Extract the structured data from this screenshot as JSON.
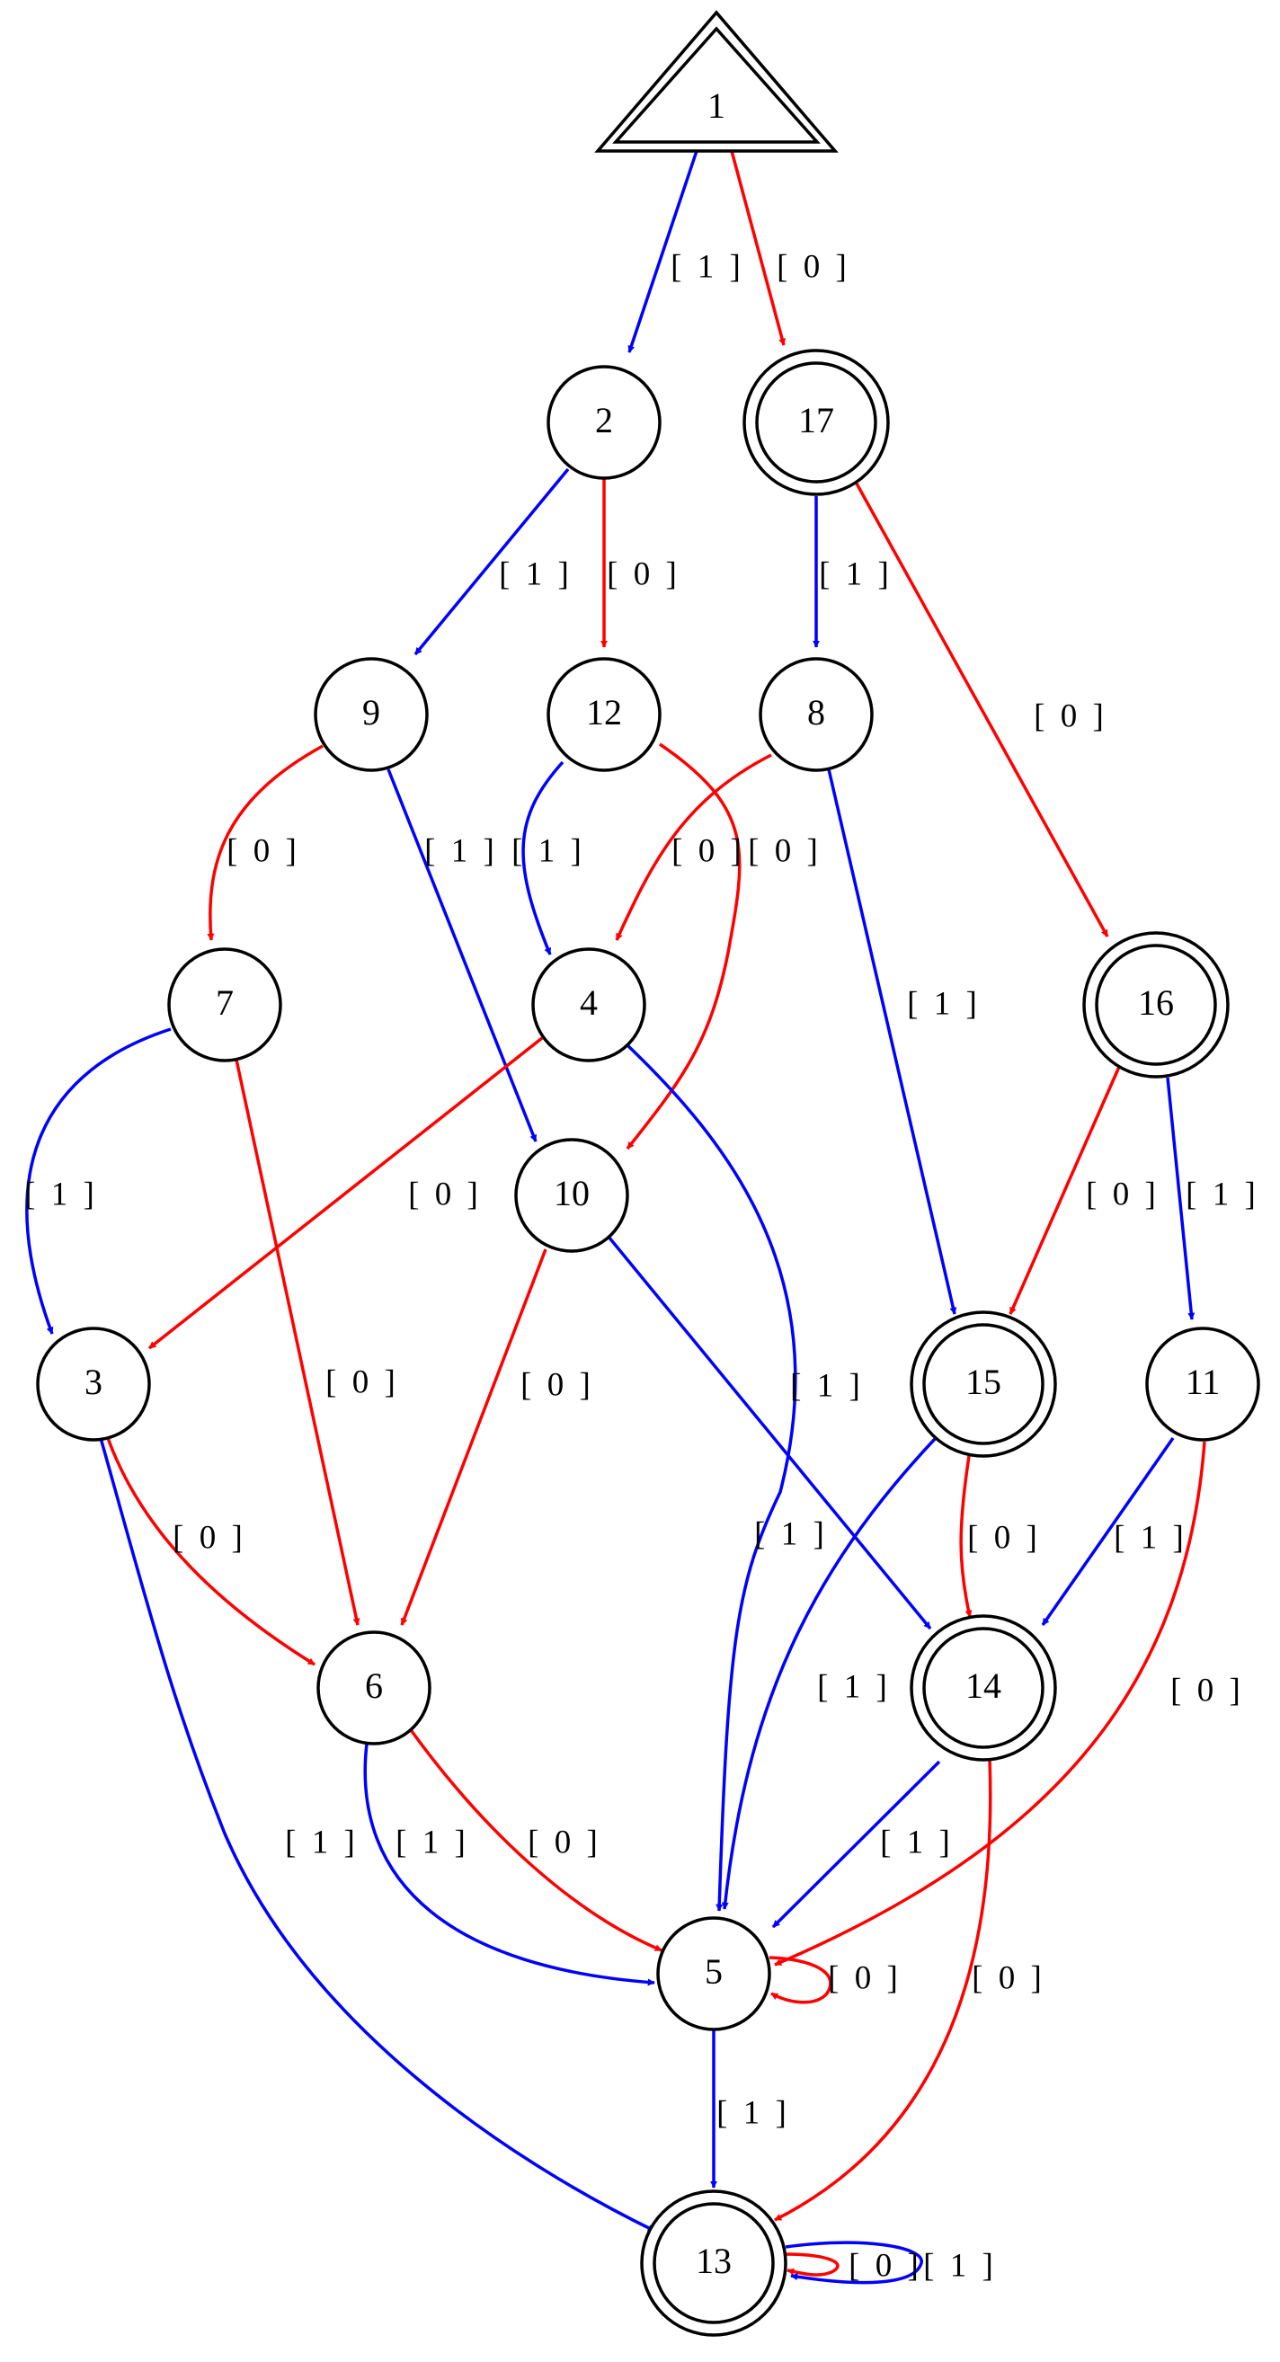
{
  "colors": {
    "one": "#0000ff",
    "zero": "#ff0000",
    "node_stroke": "#000000"
  },
  "nodes": [
    {
      "id": "1",
      "label": "1",
      "shape": "double-triangle"
    },
    {
      "id": "2",
      "label": "2",
      "shape": "circle"
    },
    {
      "id": "17",
      "label": "17",
      "shape": "double-circle"
    },
    {
      "id": "9",
      "label": "9",
      "shape": "circle"
    },
    {
      "id": "12",
      "label": "12",
      "shape": "circle"
    },
    {
      "id": "8",
      "label": "8",
      "shape": "circle"
    },
    {
      "id": "7",
      "label": "7",
      "shape": "circle"
    },
    {
      "id": "4",
      "label": "4",
      "shape": "circle"
    },
    {
      "id": "16",
      "label": "16",
      "shape": "double-circle"
    },
    {
      "id": "10",
      "label": "10",
      "shape": "circle"
    },
    {
      "id": "3",
      "label": "3",
      "shape": "circle"
    },
    {
      "id": "15",
      "label": "15",
      "shape": "double-circle"
    },
    {
      "id": "11",
      "label": "11",
      "shape": "circle"
    },
    {
      "id": "6",
      "label": "6",
      "shape": "circle"
    },
    {
      "id": "14",
      "label": "14",
      "shape": "double-circle"
    },
    {
      "id": "5",
      "label": "5",
      "shape": "circle"
    },
    {
      "id": "13",
      "label": "13",
      "shape": "double-circle"
    }
  ],
  "edges": [
    {
      "from": "1",
      "to": "2",
      "label": "[ 1 ]",
      "kind": "one"
    },
    {
      "from": "1",
      "to": "17",
      "label": "[ 0 ]",
      "kind": "zero"
    },
    {
      "from": "2",
      "to": "9",
      "label": "[ 1 ]",
      "kind": "one"
    },
    {
      "from": "2",
      "to": "12",
      "label": "[ 0 ]",
      "kind": "zero"
    },
    {
      "from": "17",
      "to": "8",
      "label": "[ 1 ]",
      "kind": "one"
    },
    {
      "from": "17",
      "to": "16",
      "label": "[ 0 ]",
      "kind": "zero"
    },
    {
      "from": "9",
      "to": "7",
      "label": "[ 0 ]",
      "kind": "zero"
    },
    {
      "from": "9",
      "to": "10",
      "label": "[ 1 ]",
      "kind": "one"
    },
    {
      "from": "12",
      "to": "4",
      "label": "[ 1 ]",
      "kind": "one"
    },
    {
      "from": "12",
      "to": "10",
      "label": "[ 0 ]",
      "kind": "zero"
    },
    {
      "from": "8",
      "to": "4",
      "label": "[ 0 ]",
      "kind": "zero"
    },
    {
      "from": "8",
      "to": "15",
      "label": "[ 1 ]",
      "kind": "one"
    },
    {
      "from": "7",
      "to": "3",
      "label": "[ 1 ]",
      "kind": "one"
    },
    {
      "from": "7",
      "to": "6",
      "label": "[ 0 ]",
      "kind": "zero"
    },
    {
      "from": "4",
      "to": "3",
      "label": "[ 0 ]",
      "kind": "zero"
    },
    {
      "from": "4",
      "to": "5",
      "label": "[ 1 ]",
      "kind": "one"
    },
    {
      "from": "16",
      "to": "15",
      "label": "[ 0 ]",
      "kind": "zero"
    },
    {
      "from": "16",
      "to": "11",
      "label": "[ 1 ]",
      "kind": "one"
    },
    {
      "from": "10",
      "to": "6",
      "label": "[ 0 ]",
      "kind": "zero"
    },
    {
      "from": "10",
      "to": "14",
      "label": "[ 1 ]",
      "kind": "one"
    },
    {
      "from": "3",
      "to": "6",
      "label": "[ 0 ]",
      "kind": "zero"
    },
    {
      "from": "3",
      "to": "13",
      "label": "[ 1 ]",
      "kind": "one"
    },
    {
      "from": "15",
      "to": "5",
      "label": "[ 1 ]",
      "kind": "one"
    },
    {
      "from": "15",
      "to": "14",
      "label": "[ 0 ]",
      "kind": "zero"
    },
    {
      "from": "11",
      "to": "14",
      "label": "[ 1 ]",
      "kind": "one"
    },
    {
      "from": "11",
      "to": "5",
      "label": "[ 0 ]",
      "kind": "zero"
    },
    {
      "from": "6",
      "to": "5",
      "label": "[ 1 ]",
      "kind": "one"
    },
    {
      "from": "6",
      "to": "5",
      "label": "[ 0 ]",
      "kind": "zero"
    },
    {
      "from": "14",
      "to": "5",
      "label": "[ 1 ]",
      "kind": "one"
    },
    {
      "from": "14",
      "to": "13",
      "label": "[ 0 ]",
      "kind": "zero"
    },
    {
      "from": "5",
      "to": "5",
      "label": "[ 0 ]",
      "kind": "zero"
    },
    {
      "from": "5",
      "to": "13",
      "label": "[ 1 ]",
      "kind": "one"
    },
    {
      "from": "13",
      "to": "13",
      "label": "[ 0 ]",
      "kind": "zero"
    },
    {
      "from": "13",
      "to": "13",
      "label": "[ 1 ]",
      "kind": "one"
    }
  ]
}
